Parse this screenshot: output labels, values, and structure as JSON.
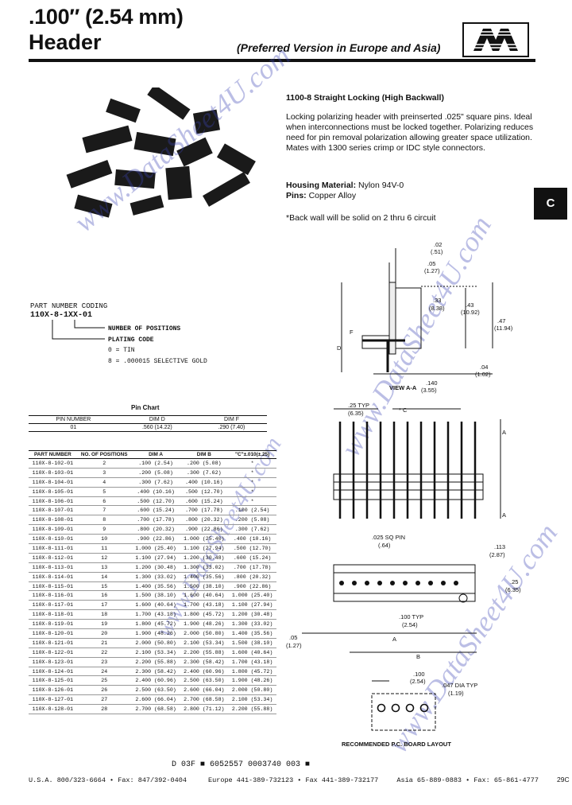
{
  "header": {
    "title_line1": ".100″ (2.54 mm)",
    "title_line2": "Header",
    "subtitle": "(Preferred Version in Europe and Asia)",
    "section_tab": "C"
  },
  "watermark": "www.DataSheet4U.com",
  "description": {
    "heading": "1100-8 Straight Locking (High Backwall)",
    "body": "Locking polarizing header with preinserted .025\" square pins. Ideal when interconnections must be locked together. Polarizing reduces need for pin removal polarization allowing greater space utilization. Mates with 1300 series crimp or IDC style connectors.",
    "housing_label": "Housing Material:",
    "housing_value": "Nylon 94V-0",
    "pins_label": "Pins:",
    "pins_value": "Copper Alloy",
    "note": "*Back wall will be solid on 2 thru 6 circuit"
  },
  "part_coding": {
    "label": "PART NUMBER CODING",
    "code": "110X-8-1XX-01",
    "positions": "NUMBER OF POSITIONS",
    "plating": "PLATING CODE",
    "tin": "0  =  TIN",
    "gold": "8  =  .000015 SELECTIVE GOLD"
  },
  "pin_chart": {
    "title": "Pin Chart",
    "headers": [
      "PIN NUMBER",
      "DIM D",
      "DIM F"
    ],
    "row": [
      "01",
      ".560 (14.22)",
      ".290 (7.40)"
    ]
  },
  "parts_table": {
    "headers": [
      "PART NUMBER",
      "NO. OF POSITIONS",
      "DIM A",
      "DIM B",
      "\"C\"±.010(±.25)"
    ],
    "rows": [
      [
        "110X-8-102-01",
        "2",
        ".100  (2.54)",
        ".200  (5.08)",
        "*"
      ],
      [
        "110X-8-103-01",
        "3",
        ".200  (5.08)",
        ".300  (7.62)",
        "*"
      ],
      [
        "110X-8-104-01",
        "4",
        ".300  (7.62)",
        ".400 (10.16)",
        "*"
      ],
      [
        "110X-8-105-01",
        "5",
        ".400 (10.16)",
        ".500 (12.70)",
        "*"
      ],
      [
        "110X-8-106-01",
        "6",
        ".500 (12.70)",
        ".600 (15.24)",
        "*"
      ],
      [
        "110X-8-107-01",
        "7",
        ".600 (15.24)",
        ".700 (17.78)",
        ".100  (2.54)"
      ],
      [
        "110X-8-108-01",
        "8",
        ".700 (17.78)",
        ".800 (20.32)",
        ".200  (5.08)"
      ],
      [
        "110X-8-109-01",
        "9",
        ".800 (20.32)",
        ".900 (22.86)",
        ".300  (7.62)"
      ],
      [
        "110X-8-110-01",
        "10",
        ".900 (22.86)",
        "1.000 (25.40)",
        ".400 (10.16)"
      ],
      [
        "110X-8-111-01",
        "11",
        "1.000 (25.40)",
        "1.100 (27.94)",
        ".500 (12.70)"
      ],
      [
        "110X-8-112-01",
        "12",
        "1.100 (27.94)",
        "1.200 (30.48)",
        ".600 (15.24)"
      ],
      [
        "110X-8-113-01",
        "13",
        "1.200 (30.48)",
        "1.300 (33.02)",
        ".700 (17.78)"
      ],
      [
        "110X-8-114-01",
        "14",
        "1.300 (33.02)",
        "1.400 (35.56)",
        ".800 (20.32)"
      ],
      [
        "110X-8-115-01",
        "15",
        "1.400 (35.56)",
        "1.500 (38.10)",
        ".900 (22.86)"
      ],
      [
        "110X-8-116-01",
        "16",
        "1.500 (38.10)",
        "1.600 (40.64)",
        "1.000 (25.40)"
      ],
      [
        "110X-8-117-01",
        "17",
        "1.600 (40.64)",
        "1.700 (43.18)",
        "1.100 (27.94)"
      ],
      [
        "110X-8-118-01",
        "18",
        "1.700 (43.18)",
        "1.800 (45.72)",
        "1.200 (30.48)"
      ],
      [
        "110X-8-119-01",
        "19",
        "1.800 (45.72)",
        "1.900 (48.26)",
        "1.300 (33.02)"
      ],
      [
        "110X-8-120-01",
        "20",
        "1.900 (48.26)",
        "2.000 (50.80)",
        "1.400 (35.56)"
      ],
      [
        "110X-8-121-01",
        "21",
        "2.000 (50.80)",
        "2.100 (53.34)",
        "1.500 (38.10)"
      ],
      [
        "110X-8-122-01",
        "22",
        "2.100 (53.34)",
        "2.200 (55.88)",
        "1.600 (40.64)"
      ],
      [
        "110X-8-123-01",
        "23",
        "2.200 (55.88)",
        "2.300 (58.42)",
        "1.700 (43.18)"
      ],
      [
        "110X-8-124-01",
        "24",
        "2.300 (58.42)",
        "2.400 (60.96)",
        "1.800 (45.72)"
      ],
      [
        "110X-8-125-01",
        "25",
        "2.400 (60.96)",
        "2.500 (63.50)",
        "1.900 (48.26)"
      ],
      [
        "110X-8-126-01",
        "26",
        "2.500 (63.50)",
        "2.600 (66.04)",
        "2.000 (50.80)"
      ],
      [
        "110X-8-127-01",
        "27",
        "2.600 (66.04)",
        "2.700 (68.58)",
        "2.100 (53.34)"
      ],
      [
        "110X-8-128-01",
        "28",
        "2.700 (68.58)",
        "2.800 (71.12)",
        "2.200 (55.88)"
      ]
    ]
  },
  "drawings": {
    "side_view": {
      "d1": ".02",
      "d1m": "(.51)",
      "d2": ".05",
      "d2m": "(1.27)",
      "d3": ".33",
      "d3m": "(8.38)",
      "d4": ".43",
      "d4m": "(10.92)",
      "d5": ".47",
      "d5m": "(11.94)",
      "d6": ".04",
      "d6m": "(1.02)",
      "d7": ".140",
      "d7m": "(3.55)",
      "label_d": "D",
      "label_f": "F",
      "caption": "VIEW A-A"
    },
    "front_view": {
      "typ": ".25 TYP",
      "typm": "(6.35)",
      "label_c": "* C",
      "pin": ".025 SQ PIN",
      "pinm": "(.64)",
      "label_a": "A"
    },
    "top_view": {
      "d1": ".113",
      "d1m": "(2.87)",
      "d2": ".25",
      "d2m": "(6.35)",
      "d3": ".100 TYP",
      "d3m": "(2.54)",
      "d4": ".05",
      "d4m": "(1.27)",
      "label_a": "A",
      "label_b": "B"
    },
    "pcb": {
      "caption": "RECOMMENDED P.C. BOARD LAYOUT",
      "d1": ".100",
      "d1m": "(2.54)",
      "d2": ".047 DIA TYP",
      "d2m": "(1.19)"
    }
  },
  "barcode_text": "D   03F  ■  6052557 0003740 003 ■",
  "footer": {
    "usa": "U.S.A.  800/323-6664 • Fax: 847/392-0404",
    "europe": "Europe  441-389-732123 • Fax 441-389-732177",
    "asia": "Asia  65-889-0883 • Fax: 65-861-4777",
    "page": "29C"
  }
}
